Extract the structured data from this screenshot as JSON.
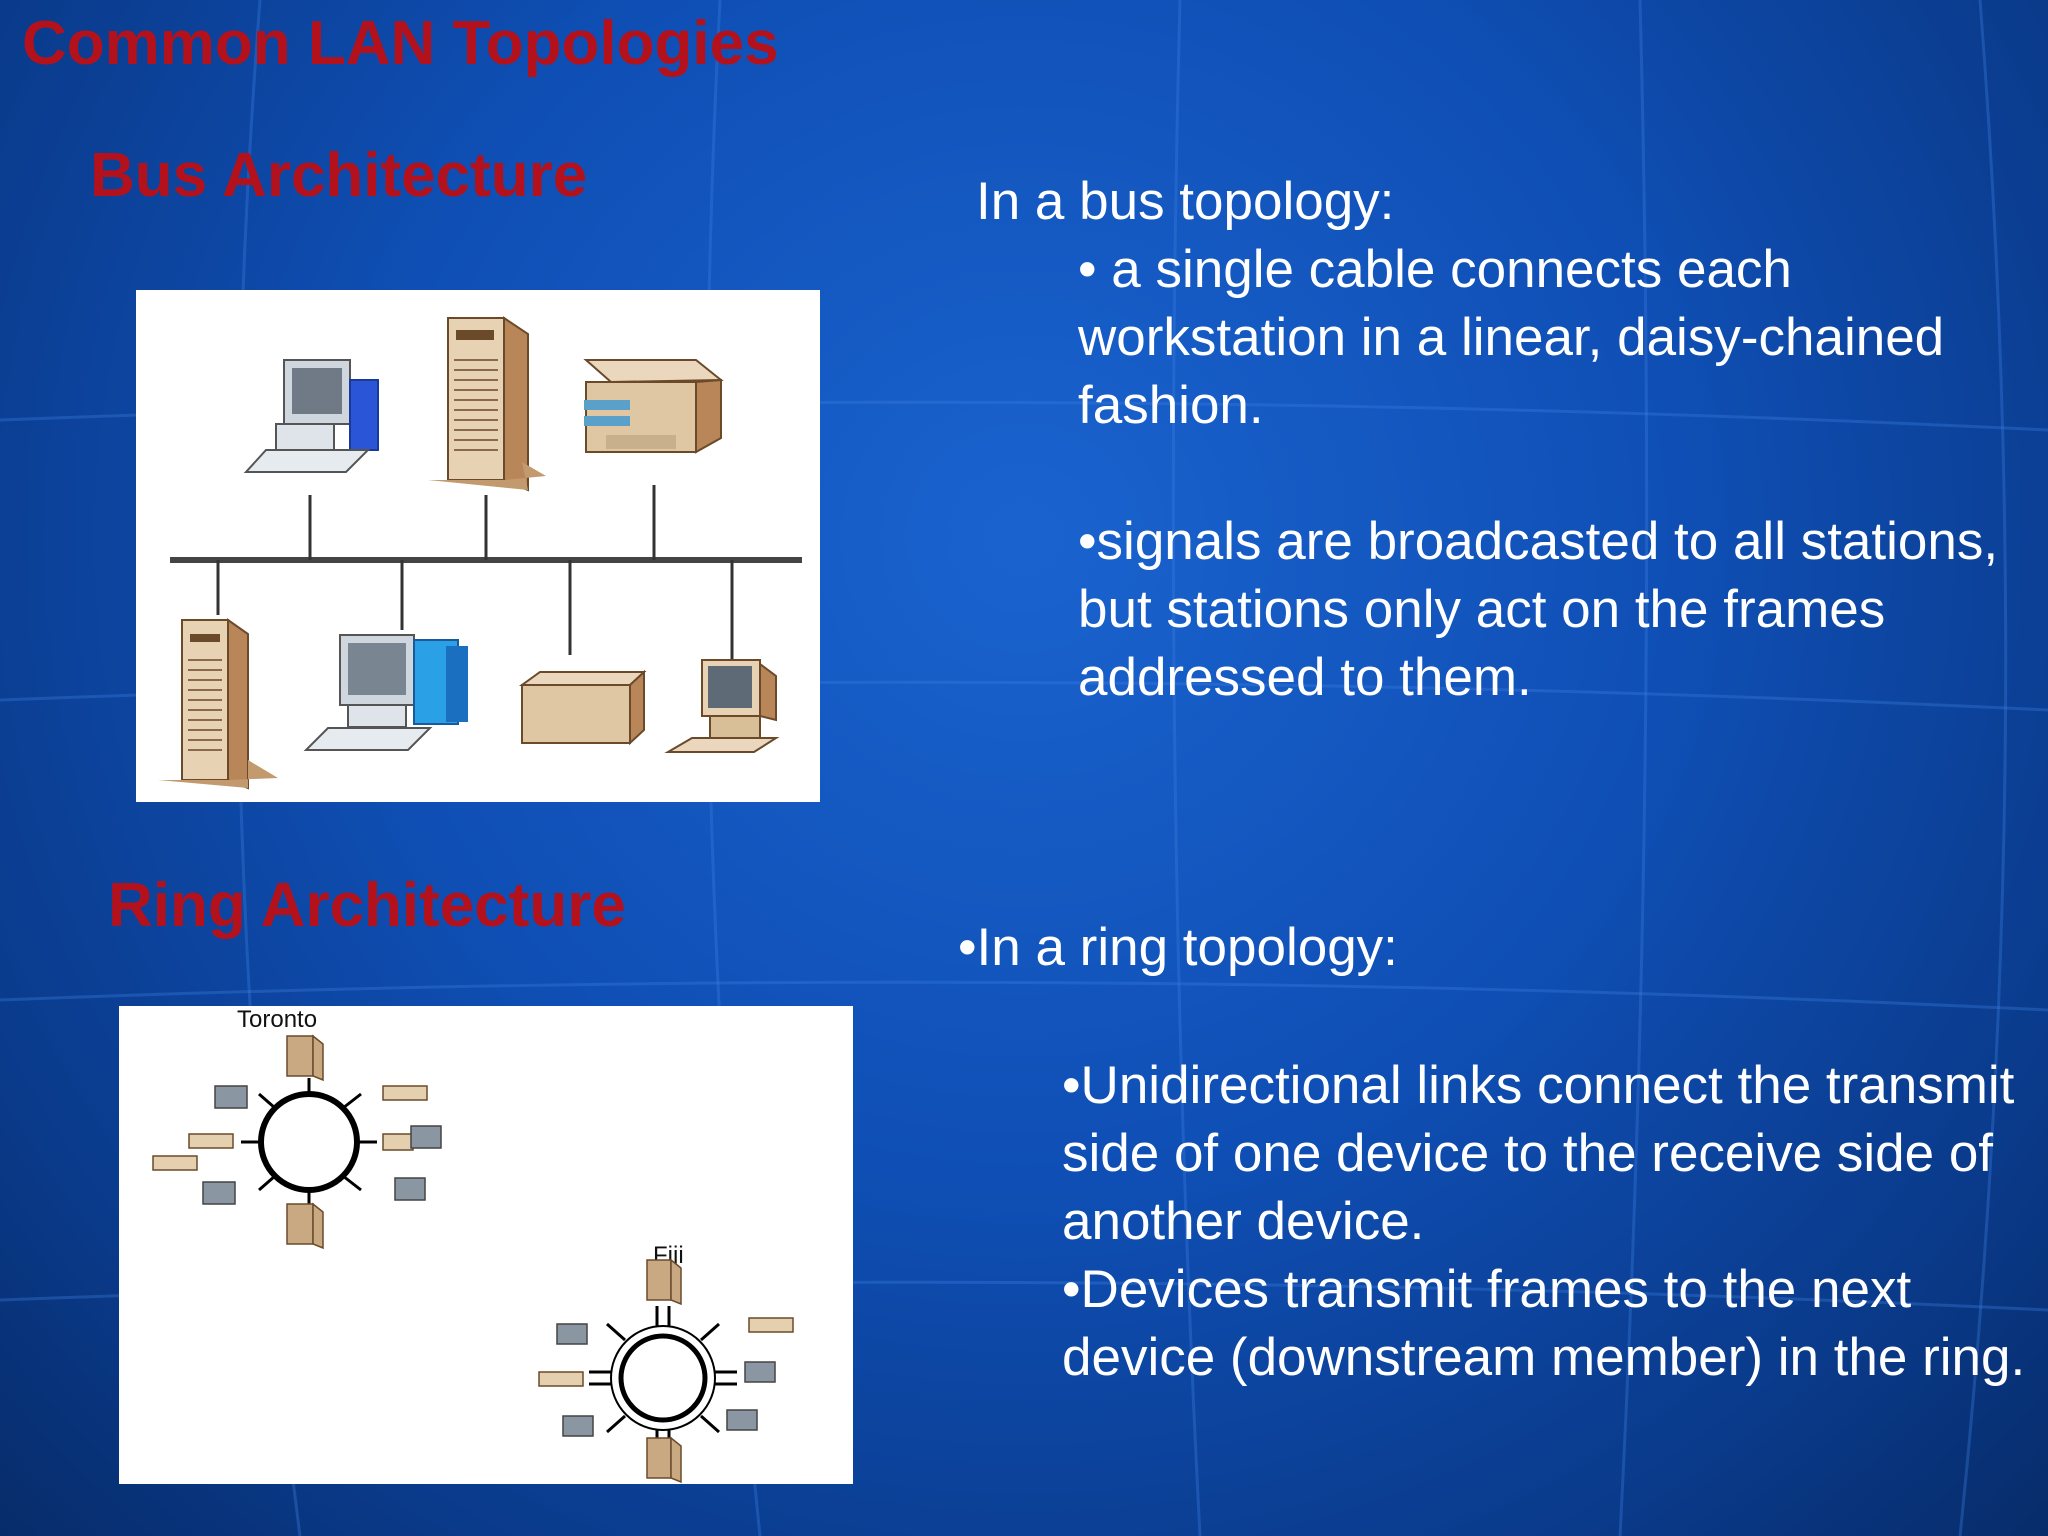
{
  "slide": {
    "title": "Common LAN Topologies"
  },
  "bus": {
    "heading": "Bus Architecture",
    "intro": "In a bus topology:",
    "point_1": "• a single cable connects each workstation in a linear, daisy-chained fashion.",
    "point_2": "•signals are broadcasted to all stations, but stations only act on the frames addressed to them."
  },
  "ring": {
    "heading": "Ring Architecture",
    "intro": "•In a ring topology:",
    "point_1": "•Unidirectional links connect the transmit side of one device to the receive side of another device.",
    "point_2": "•Devices transmit frames to the next device (downstream member) in the ring.",
    "label_toronto": "Toronto",
    "label_fiji": "Fiji"
  },
  "colors": {
    "heading_red": "#b3121c",
    "text_white": "#ffffff",
    "background_blue": "#0f4fb5"
  }
}
